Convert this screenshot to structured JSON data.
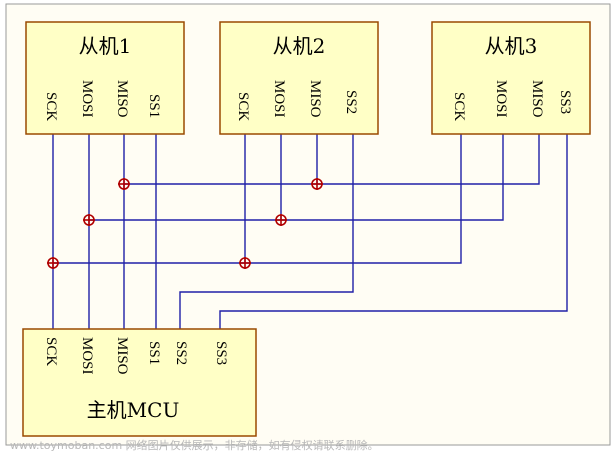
{
  "diagram": {
    "slaves": [
      {
        "title": "从机1",
        "pins": [
          "SCK",
          "MOSI",
          "MISO",
          "SS1"
        ]
      },
      {
        "title": "从机2",
        "pins": [
          "SCK",
          "MOSI",
          "MISO",
          "SS2"
        ]
      },
      {
        "title": "从机3",
        "pins": [
          "SCK",
          "MOSI",
          "MISO",
          "SS3"
        ]
      }
    ],
    "master": {
      "title": "主机MCU",
      "pins": [
        "SCK",
        "MOSI",
        "MISO",
        "SS1",
        "SS2",
        "SS3"
      ]
    },
    "colors": {
      "box_fill": "#ffffc6",
      "box_border": "#9a4a00",
      "wire": "#2020a8",
      "junction": "#b00000"
    }
  },
  "watermark": "www.toymoban.com 网络图片仅供展示，非存储，如有侵权请联系删除。"
}
